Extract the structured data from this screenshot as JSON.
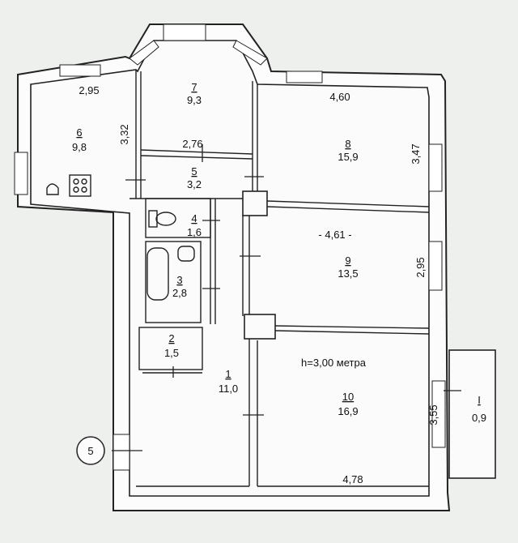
{
  "plan": {
    "ceiling_height": "h=3,00 метра",
    "marker": "5",
    "rooms": [
      {
        "id": "room-6",
        "num": "6",
        "area": "9,8"
      },
      {
        "id": "room-7",
        "num": "7",
        "area": "9,3"
      },
      {
        "id": "room-8",
        "num": "8",
        "area": "15,9"
      },
      {
        "id": "room-5",
        "num": "5",
        "area": "3,2"
      },
      {
        "id": "room-4",
        "num": "4",
        "area": "1,6"
      },
      {
        "id": "room-3",
        "num": "3",
        "area": "2,8"
      },
      {
        "id": "room-9",
        "num": "9",
        "area": "13,5"
      },
      {
        "id": "room-2",
        "num": "2",
        "area": "1,5"
      },
      {
        "id": "room-1",
        "num": "1",
        "area": "11,0"
      },
      {
        "id": "room-10",
        "num": "10",
        "area": "16,9"
      },
      {
        "id": "room-balcony",
        "num": "I",
        "area": "0,9"
      }
    ],
    "dimensions": [
      {
        "id": "dim-2-95-top",
        "text": "2,95"
      },
      {
        "id": "dim-3-32",
        "text": "3,32"
      },
      {
        "id": "dim-2-76",
        "text": "2,76"
      },
      {
        "id": "dim-4-60",
        "text": "4,60"
      },
      {
        "id": "dim-3-47",
        "text": "3,47"
      },
      {
        "id": "dim-4-61",
        "text": "- 4,61 -"
      },
      {
        "id": "dim-2-95-right",
        "text": "2,95"
      },
      {
        "id": "dim-3-55",
        "text": "3,55"
      },
      {
        "id": "dim-4-78",
        "text": "4,78"
      }
    ]
  }
}
